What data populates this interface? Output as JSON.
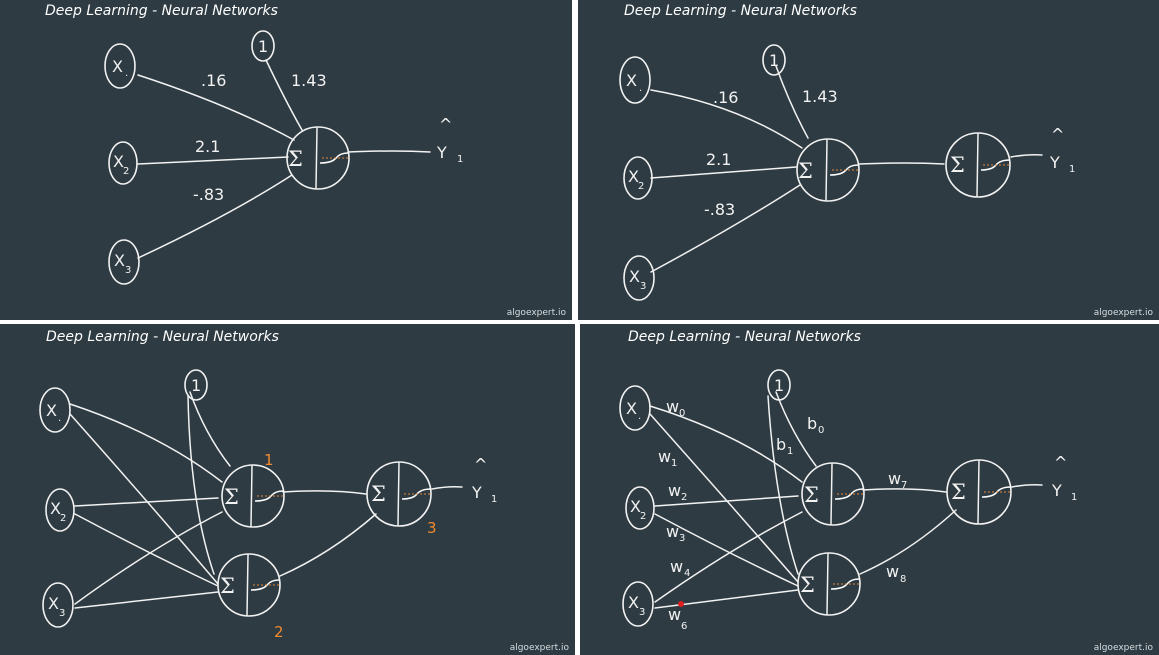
{
  "panel_title": "Deep Learning - Neural Networks",
  "watermark": "algoexpert.io",
  "inputs": {
    "x1": "X",
    "x2": "X",
    "x3": "X",
    "x1_sub": ".",
    "x2_sub": "2",
    "x3_sub": "3"
  },
  "bias_label": "1",
  "sum_symbol": "Σ",
  "output": {
    "hat": "^",
    "y": "Y",
    "y_sub": "1"
  },
  "weights_numeric": {
    "w1": ".16",
    "w2": "2.1",
    "w3": "-.83",
    "bias": "1.43"
  },
  "neuron_numbers": {
    "n1": "1",
    "n2": "2",
    "n3": "3"
  },
  "weights_symbolic": {
    "w0": "w",
    "w0_sub": "0",
    "w1": "w",
    "w1_sub": "1",
    "w2": "w",
    "w2_sub": "2",
    "w3": "w",
    "w3_sub": "3",
    "w4": "w",
    "w4_sub": "4",
    "w6": "w",
    "w6_sub": "6",
    "w7": "w",
    "w7_sub": "7",
    "w8": "w",
    "w8_sub": "8",
    "b0": "b",
    "b0_sub": "0",
    "b1": "b",
    "b1_sub": "1"
  },
  "colors": {
    "board": "#2e3b42",
    "chalk": "#f2f2f2",
    "accent": "#f0892f",
    "marker": "#e02020"
  }
}
